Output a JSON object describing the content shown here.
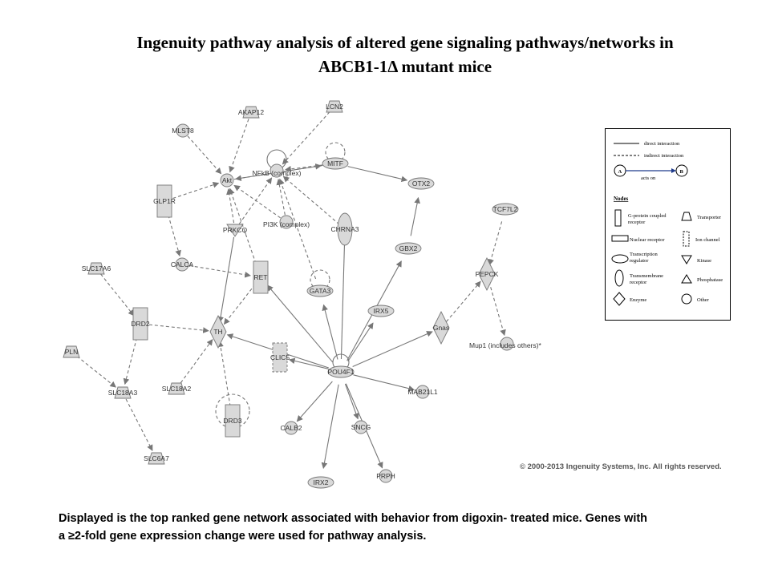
{
  "title_line1": "Ingenuity pathway analysis of altered gene signaling pathways/networks in",
  "title_line2": "ABCB1-1Δ mutant mice",
  "caption_line1": "Displayed is the top ranked gene network associated with behavior from digoxin- treated mice. Genes with",
  "caption_line2": "a ≥2-fold gene expression change were used for pathway analysis.",
  "copyright": "© 2000-2013 Ingenuity Systems, Inc. All rights reserved.",
  "legend": {
    "direct": "direct interaction",
    "indirect": "indirect interaction",
    "node_a": "A",
    "node_b": "B",
    "acts_on": "acts on",
    "nodes_heading": "Nodes",
    "gpcr_1": "G-protein coupled",
    "gpcr_2": "receptor",
    "nuclear": "Nuclear receptor",
    "tr_1": "Transcription",
    "tr_2": "regulator",
    "tm_1": "Transmembrane",
    "tm_2": "receptor",
    "enzyme": "Enzyme",
    "transporter": "Transporter",
    "ion": "Ion channel",
    "kinase": "Kinase",
    "phosphatase": "Phosphatase",
    "other": "Other"
  },
  "network": {
    "nodes": [
      {
        "id": "AKAP12",
        "label": "AKAP12",
        "shape": "trapezoid"
      },
      {
        "id": "LCN2",
        "label": "LCN2",
        "shape": "trapezoid"
      },
      {
        "id": "MLST8",
        "label": "MLST8",
        "shape": "circle"
      },
      {
        "id": "Akt",
        "label": "Akt",
        "shape": "circle"
      },
      {
        "id": "NFkB",
        "label": "NFkB (complex)",
        "shape": "circle"
      },
      {
        "id": "MITF",
        "label": "MITF",
        "shape": "ellipse"
      },
      {
        "id": "OTX2",
        "label": "OTX2",
        "shape": "ellipse"
      },
      {
        "id": "GLP1R",
        "label": "GLP1R",
        "shape": "rect"
      },
      {
        "id": "PI3K",
        "label": "PI3K (complex)",
        "shape": "circle"
      },
      {
        "id": "CHRNA3",
        "label": "CHRNA3",
        "shape": "vellipse"
      },
      {
        "id": "PRKCQ",
        "label": "PRKCQ",
        "shape": "downtri"
      },
      {
        "id": "TCF7L2",
        "label": "TCF7L2",
        "shape": "ellipse"
      },
      {
        "id": "GBX2",
        "label": "GBX2",
        "shape": "ellipse"
      },
      {
        "id": "SLC17A6",
        "label": "SLC17A6",
        "shape": "trapezoid"
      },
      {
        "id": "CALCA",
        "label": "CALCA",
        "shape": "circle"
      },
      {
        "id": "RET",
        "label": "RET",
        "shape": "rect"
      },
      {
        "id": "GATA3",
        "label": "GATA3",
        "shape": "ellipse"
      },
      {
        "id": "PEPCK",
        "label": "PEPCK",
        "shape": "diamond"
      },
      {
        "id": "IRX5",
        "label": "IRX5",
        "shape": "ellipse"
      },
      {
        "id": "DRD2",
        "label": "DRD2",
        "shape": "rect"
      },
      {
        "id": "TH",
        "label": "TH",
        "shape": "diamond"
      },
      {
        "id": "Gnas",
        "label": "Gnas",
        "shape": "diamond"
      },
      {
        "id": "Mup1",
        "label": "Mup1 (includes others)*",
        "shape": "circle"
      },
      {
        "id": "PLN",
        "label": "PLN",
        "shape": "trapezoid"
      },
      {
        "id": "CLIC5",
        "label": "CLIC5",
        "shape": "dashrect"
      },
      {
        "id": "POU4F1",
        "label": "POU4F1",
        "shape": "ellipse"
      },
      {
        "id": "SLC18A2",
        "label": "SLC18A2",
        "shape": "trapezoid"
      },
      {
        "id": "SLC18A3",
        "label": "SLC18A3",
        "shape": "trapezoid"
      },
      {
        "id": "MAB21L1",
        "label": "MAB21L1",
        "shape": "circle"
      },
      {
        "id": "DRD3",
        "label": "DRD3",
        "shape": "rect"
      },
      {
        "id": "CALB2",
        "label": "CALB2",
        "shape": "circle"
      },
      {
        "id": "SNCG",
        "label": "SNCG",
        "shape": "circle"
      },
      {
        "id": "SLC6A7",
        "label": "SLC6A7",
        "shape": "trapezoid"
      },
      {
        "id": "IRX2",
        "label": "IRX2",
        "shape": "ellipse"
      },
      {
        "id": "PRPH",
        "label": "PRPH",
        "shape": "circle"
      }
    ],
    "edges": [
      {
        "from": "AKAP12",
        "to": "Akt",
        "type": "indirect"
      },
      {
        "from": "MLST8",
        "to": "Akt",
        "type": "indirect"
      },
      {
        "from": "LCN2",
        "to": "NFkB",
        "type": "indirect"
      },
      {
        "from": "MITF",
        "to": "Akt",
        "type": "indirect"
      },
      {
        "from": "MITF",
        "to": "NFkB",
        "type": "indirect"
      },
      {
        "from": "GLP1R",
        "to": "Akt",
        "type": "indirect"
      },
      {
        "from": "GLP1R",
        "to": "CALCA",
        "type": "indirect"
      },
      {
        "from": "PI3K",
        "to": "Akt",
        "type": "indirect"
      },
      {
        "from": "PI3K",
        "to": "NFkB",
        "type": "indirect"
      },
      {
        "from": "CHRNA3",
        "to": "NFkB",
        "type": "indirect"
      },
      {
        "from": "PRKCQ",
        "to": "Akt",
        "type": "indirect"
      },
      {
        "from": "PRKCQ",
        "to": "NFkB",
        "type": "indirect"
      },
      {
        "from": "RET",
        "to": "Akt",
        "type": "indirect"
      },
      {
        "from": "GATA3",
        "to": "NFkB",
        "type": "indirect"
      },
      {
        "from": "CALCA",
        "to": "RET",
        "type": "indirect"
      },
      {
        "from": "SLC17A6",
        "to": "DRD2",
        "type": "indirect"
      },
      {
        "from": "DRD2",
        "to": "TH",
        "type": "indirect"
      },
      {
        "from": "RET",
        "to": "TH",
        "type": "indirect"
      },
      {
        "from": "PLN",
        "to": "SLC18A3",
        "type": "indirect"
      },
      {
        "from": "DRD2",
        "to": "SLC18A3",
        "type": "indirect"
      },
      {
        "from": "SLC18A3",
        "to": "SLC6A7",
        "type": "indirect"
      },
      {
        "from": "SLC18A2",
        "to": "TH",
        "type": "indirect"
      },
      {
        "from": "DRD3",
        "to": "TH",
        "type": "indirect"
      },
      {
        "from": "TCF7L2",
        "to": "PEPCK",
        "type": "indirect"
      },
      {
        "from": "Gnas",
        "to": "PEPCK",
        "type": "indirect"
      },
      {
        "from": "PEPCK",
        "to": "Mup1",
        "type": "indirect"
      },
      {
        "from": "Akt",
        "to": "MITF",
        "type": "direct"
      },
      {
        "from": "MITF",
        "to": "OTX2",
        "type": "direct"
      },
      {
        "from": "POU4F1",
        "to": "GATA3",
        "type": "direct"
      },
      {
        "from": "POU4F1",
        "to": "CHRNA3",
        "type": "direct"
      },
      {
        "from": "POU4F1",
        "to": "RET",
        "type": "direct"
      },
      {
        "from": "POU4F1",
        "to": "TH",
        "type": "direct"
      },
      {
        "from": "POU4F1",
        "to": "IRX5",
        "type": "direct"
      },
      {
        "from": "POU4F1",
        "to": "GBX2",
        "type": "direct"
      },
      {
        "from": "GBX2",
        "to": "OTX2",
        "type": "direct"
      },
      {
        "from": "POU4F1",
        "to": "Gnas",
        "type": "direct"
      },
      {
        "from": "POU4F1",
        "to": "CLIC5",
        "type": "direct"
      },
      {
        "from": "POU4F1",
        "to": "MAB21L1",
        "type": "direct"
      },
      {
        "from": "POU4F1",
        "to": "CALB2",
        "type": "direct"
      },
      {
        "from": "POU4F1",
        "to": "SNCG",
        "type": "direct"
      },
      {
        "from": "POU4F1",
        "to": "IRX2",
        "type": "direct"
      },
      {
        "from": "POU4F1",
        "to": "PRPH",
        "type": "direct"
      },
      {
        "from": "PRKCQ",
        "to": "TH",
        "type": "direct"
      }
    ],
    "self_loops": [
      "NFkB",
      "MITF",
      "GATA3",
      "DRD3",
      "POU4F1"
    ]
  }
}
